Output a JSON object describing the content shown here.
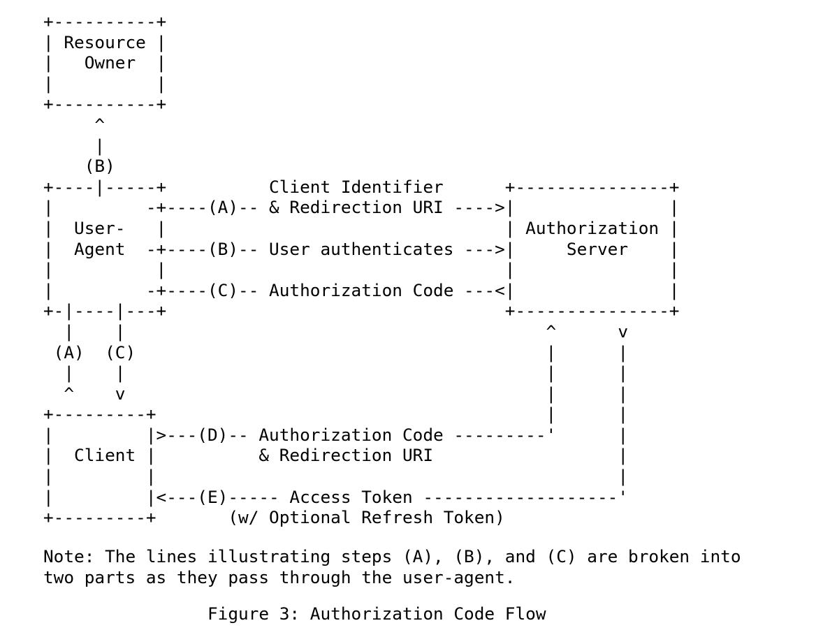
{
  "document": {
    "kind": "ascii-art-figure",
    "figure_number": "3",
    "figure_title": "Authorization Code Flow",
    "caption": "                Figure 3: Authorization Code Flow",
    "caption_text": "Figure 3: Authorization Code Flow",
    "background_color": "#ffffff",
    "text_color": "#000000"
  },
  "diagram": {
    "lines": [
      "+----------+",
      "| Resource |",
      "|   Owner  |",
      "|          |",
      "+----------+",
      "     ^",
      "     |",
      "    (B)",
      "+----|-----+          Client Identifier      +---------------+",
      "|         -+----(A)-- & Redirection URI ---->|               |",
      "|  User-   |                                 | Authorization |",
      "|  Agent  -+----(B)-- User authenticates --->|     Server    |",
      "|          |                                 |               |",
      "|         -+----(C)-- Authorization Code ---<|               |",
      "+-|----|---+                                 +---------------+",
      "  |    |                                         ^      v",
      " (A)  (C)                                        |      |",
      "  |    |                                         |      |",
      "  ^    v                                         |      |",
      "+---------+                                      |      |",
      "|         |>---(D)-- Authorization Code ---------'      |",
      "|  Client |          & Redirection URI                  |",
      "|         |                                             |",
      "|         |<---(E)----- Access Token -------------------'",
      "+---------+       (w/ Optional Refresh Token)"
    ],
    "boxes": [
      {
        "name": "resource-owner",
        "label": "Resource Owner"
      },
      {
        "name": "user-agent",
        "label": "User-Agent"
      },
      {
        "name": "authorization-server",
        "label": "Authorization Server"
      },
      {
        "name": "client",
        "label": "Client"
      }
    ],
    "steps": [
      {
        "id": "(A)",
        "label": "Client Identifier & Redirection URI",
        "direction": "user-agent -> authorization-server"
      },
      {
        "id": "(B)",
        "label": "User authenticates",
        "direction": "user-agent -> authorization-server"
      },
      {
        "id": "(C)",
        "label": "Authorization Code",
        "direction": "authorization-server -> user-agent"
      },
      {
        "id": "(D)",
        "label": "Authorization Code & Redirection URI",
        "direction": "client -> authorization-server"
      },
      {
        "id": "(E)",
        "label": "Access Token (w/ Optional Refresh Token)",
        "direction": "authorization-server -> client"
      }
    ]
  },
  "note": {
    "lines": [
      "Note: The lines illustrating steps (A), (B), and (C) are broken into",
      "two parts as they pass through the user-agent."
    ],
    "text": "Note: The lines illustrating steps (A), (B), and (C) are broken into two parts as they pass through the user-agent."
  }
}
